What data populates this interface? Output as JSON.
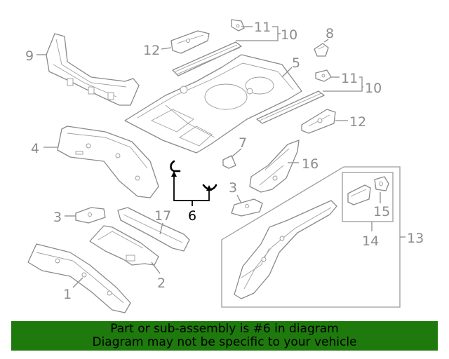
{
  "callouts": {
    "c1": "1",
    "c2": "2",
    "c3a": "3",
    "c3b": "3",
    "c4": "4",
    "c5": "5",
    "c6": "6",
    "c7": "7",
    "c8": "8",
    "c9": "9",
    "c10a": "10",
    "c10b": "10",
    "c11a": "11",
    "c11b": "11",
    "c12a": "12",
    "c12b": "12",
    "c13": "13",
    "c14": "14",
    "c15": "15",
    "c16": "16",
    "c17": "17"
  },
  "highlight_part": "6",
  "colors": {
    "banner": "#1e7a0c",
    "highlight": "#000000",
    "line": "#8a8a8a"
  },
  "banner": {
    "line1": "Part or sub-assembly is #6 in diagram",
    "line2": "Diagram may not be specific to your vehicle"
  }
}
